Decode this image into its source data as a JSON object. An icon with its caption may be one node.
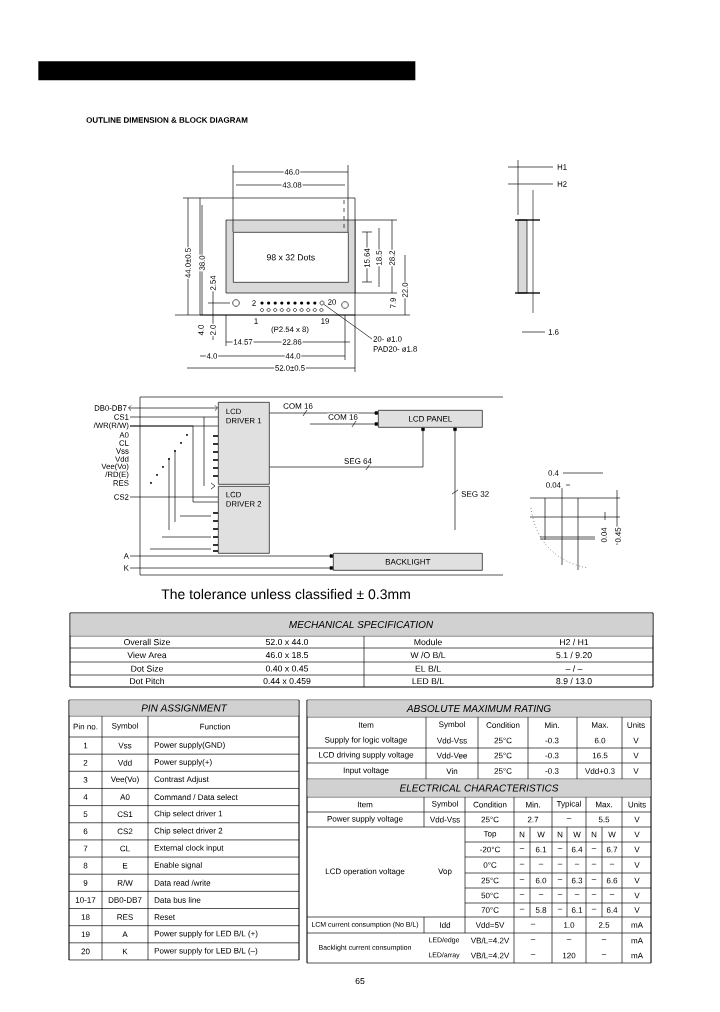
{
  "diagram": {
    "nodes": [
      {
        "text": [],
        "shape": "bar"
      },
      {
        "text": [
          "98 x 32 Dots"
        ]
      },
      {
        "text": [
          "20- ø1.0"
        ]
      },
      {
        "text": [],
        "shape": "circle"
      },
      {
        "text": [
          "DB0-DB7"
        ]
      },
      {
        "text": [
          "CS1"
        ]
      },
      {
        "text": [
          "/WR(R/W)"
        ]
      },
      {
        "text": [
          "LCD DRIVER 1"
        ]
      },
      {
        "text": [
          "LCD DRIVER 2"
        ]
      },
      {
        "text": [
          "CS2"
        ]
      },
      {
        "text": [
          "LCD PANEL"
        ]
      },
      {
        "text": [
          "BACKLIGHT"
        ]
      },
      {
        "text": [
          "A"
        ]
      },
      {
        "text": [
          "K"
        ]
      }
    ],
    "edges": [
      {
        "from": 2,
        "to": 3,
        "arrow": "none"
      },
      {
        "from": 4,
        "to": 7,
        "arrow": "both"
      },
      {
        "from": 5,
        "to": 7,
        "arrow": "none"
      },
      {
        "from": 6,
        "to": 7,
        "arrow": "none"
      },
      {
        "from": 6,
        "to": 8,
        "arrow": "none"
      },
      {
        "from": 9,
        "to": 8,
        "arrow": "none"
      },
      {
        "from": 7,
        "to": 10,
        "arrow": "other",
        "label": "COM 16"
      },
      {
        "from": null,
        "to": 10,
        "arrow": "other",
        "label": "COM 16"
      },
      {
        "from": 7,
        "to": 10,
        "arrow": "other",
        "label": "SEG 64"
      },
      {
        "from": null,
        "to": 10,
        "arrow": "other",
        "label": "SEG 32"
      },
      {
        "from": 12,
        "to": 11,
        "arrow": "other"
      },
      {
        "from": 13,
        "to": 11,
        "arrow": "other"
      }
    ],
    "labels": [
      "OUTLINE DIMENSION & BLOCK DIAGRAM",
      "46.0",
      "43.08",
      "44.0±0.5",
      "38.0",
      "2.54",
      "15.64",
      "18.5",
      "28.2",
      "22.0",
      "7.9",
      "2",
      "20",
      "1",
      "19",
      "4.0",
      "2.0",
      "(P2.54 x 8)",
      "14.57",
      "22.86",
      "PAD20- ø1.8",
      "4.0",
      "44.0",
      "52.0±0.5",
      "H1",
      "H2",
      "1.6",
      "A0",
      "CL",
      "Vss",
      "Vdd",
      "Vee(Vo)",
      "/RD(E)",
      "RES",
      "0.4",
      "0.04",
      "0.04",
      "0.45",
      "The tolerance unless classified ± 0.3mm",
      "MECHANICAL SPECIFICATION",
      "Overall Size",
      "52.0 x 44.0",
      "Module",
      "H2 / H1",
      "View Area",
      "46.0 x 18.5",
      "W /O B/L",
      "5.1 / 9.20",
      "Dot Size",
      "0.40 x 0.45",
      "EL B/L",
      "– / –",
      "Dot Pitch",
      "0.44 x 0.459",
      "LED B/L",
      "8.9 / 13.0",
      "PIN ASSIGNMENT",
      "Pin no.",
      "Symbol",
      "Function",
      "1",
      "Vss",
      "Power supply(GND)",
      "2",
      "Vdd",
      "Power supply(+)",
      "3",
      "Vee(Vo)",
      "Contrast Adjust",
      "4",
      "A0",
      "Command / Data select",
      "5",
      "CS1",
      "Chip select driver 1",
      "6",
      "CS2",
      "Chip select driver 2",
      "7",
      "CL",
      "External clock input",
      "8",
      "E",
      "Enable signal",
      "9",
      "R/W",
      "Data read /write",
      "10-17",
      "DB0-DB7",
      "Data bus line",
      "18",
      "RES",
      "Reset",
      "19",
      "A",
      "Power supply for LED B/L (+)",
      "20",
      "K",
      "Power supply for LED B/L (–)",
      "ABSOLUTE MAXIMUM RATING",
      "Item",
      "Symbol",
      "Condition",
      "Min.",
      "Max.",
      "Units",
      "Supply for logic voltage",
      "Vdd-Vss",
      "25°C",
      "-0.3",
      "6.0",
      "V",
      "LCD driving supply voltage",
      "Vdd-Vee",
      "25°C",
      "-0.3",
      "16.5",
      "V",
      "Input voltage",
      "Vin",
      "25°C",
      "-0.3",
      "Vdd+0.3",
      "V",
      "ELECTRICAL CHARACTERISTICS",
      "Item",
      "Symbol",
      "Condition",
      "Min.",
      "Typical",
      "Max.",
      "Units",
      "Power supply voltage",
      "Vdd-Vss",
      "25°C",
      "2.7",
      "–",
      "5.5",
      "V",
      "LCD operation voltage",
      "Vop",
      "Top",
      "N",
      "W",
      "N",
      "W",
      "N",
      "W",
      "V",
      "-20°C",
      "–",
      "6.1",
      "–",
      "6.4",
      "–",
      "6.7",
      "V",
      "0°C",
      "–",
      "–",
      "–",
      "–",
      "–",
      "–",
      "V",
      "25°C",
      "–",
      "6.0",
      "–",
      "6.3",
      "–",
      "6.6",
      "V",
      "50°C",
      "–",
      "–",
      "–",
      "–",
      "–",
      "–",
      "V",
      "70°C",
      "–",
      "5.8",
      "–",
      "6.1",
      "–",
      "6.4",
      "V",
      "LCM current consumption (No B/L)",
      "Idd",
      "Vdd=5V",
      "–",
      "1.0",
      "2.5",
      "mA",
      "Backlight current consumption",
      "LED/edge",
      "VB/L=4.2V",
      "–",
      "–",
      "–",
      "mA",
      "LED/array",
      "VB/L=4.2V",
      "–",
      "120",
      "–",
      "mA",
      "65"
    ]
  }
}
